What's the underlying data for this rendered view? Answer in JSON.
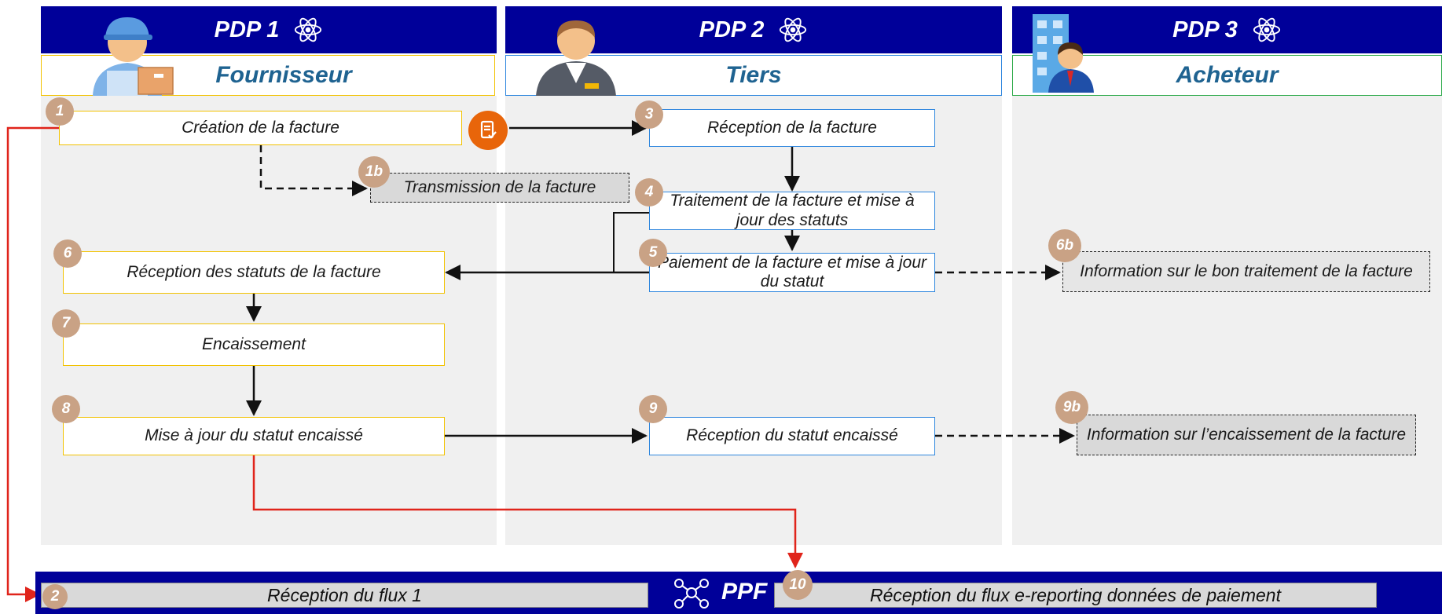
{
  "columns": [
    {
      "title": "PDP 1",
      "role": "Fournisseur"
    },
    {
      "title": "PDP 2",
      "role": "Tiers"
    },
    {
      "title": "PDP 3",
      "role": "Acheteur"
    }
  ],
  "steps": {
    "s1": {
      "num": "1",
      "label": "Création de la facture"
    },
    "s1b": {
      "num": "1b",
      "label": "Transmission de la facture"
    },
    "s3": {
      "num": "3",
      "label": "Réception de la facture"
    },
    "s4": {
      "num": "4",
      "label": "Traitement de la facture et mise à jour des statuts"
    },
    "s5": {
      "num": "5",
      "label": "Paiement de la facture et mise à jour du statut"
    },
    "s6": {
      "num": "6",
      "label": "Réception des statuts de la facture"
    },
    "s6b": {
      "num": "6b",
      "label": "Information sur le bon traitement de la facture"
    },
    "s7": {
      "num": "7",
      "label": "Encaissement"
    },
    "s8": {
      "num": "8",
      "label": "Mise à jour du statut encaissé"
    },
    "s9": {
      "num": "9",
      "label": "Réception du statut encaissé"
    },
    "s9b": {
      "num": "9b",
      "label": "Information sur l’encaissement de la facture"
    },
    "s2": {
      "num": "2",
      "label": "Réception du flux 1"
    },
    "s10": {
      "num": "10",
      "label": "Réception du flux e-reporting données de paiement"
    }
  },
  "ppf": {
    "label": "PPF"
  },
  "colors": {
    "header": "#000099",
    "flow_red": "#e0241b",
    "badge": "#c9a285",
    "doc_icon": "#e8650a"
  },
  "icons": [
    "atom-icon",
    "delivery-person-icon",
    "businessman-icon",
    "building-person-icon",
    "document-check-icon",
    "network-icon"
  ]
}
